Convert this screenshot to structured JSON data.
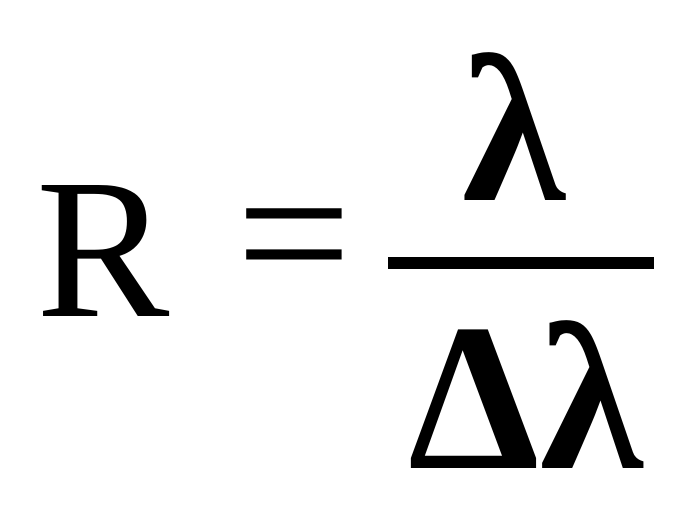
{
  "formula": {
    "lhs": "R",
    "operator": "=",
    "numerator": "λ",
    "denominator": "Δλ"
  }
}
